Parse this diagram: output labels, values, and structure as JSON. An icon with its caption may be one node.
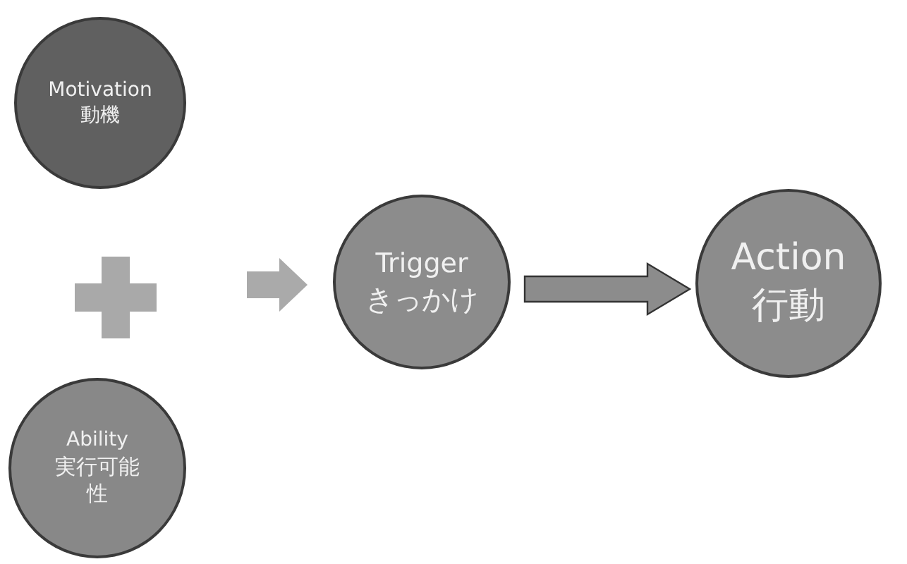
{
  "diagram": {
    "nodes": [
      {
        "text": [
          "Motivation",
          "動機"
        ]
      },
      {
        "text": [
          "Ability",
          "実行可能性"
        ]
      },
      {
        "text": [
          "Trigger",
          "きっかけ"
        ]
      },
      {
        "text": [
          "Action",
          "行動"
        ]
      }
    ],
    "edges": [
      {
        "from": null,
        "to": 2,
        "arrow": "to",
        "color": "#aaaaaa"
      },
      {
        "from": 2,
        "to": 3,
        "arrow": "to",
        "color": "#8c8c8c"
      }
    ]
  }
}
